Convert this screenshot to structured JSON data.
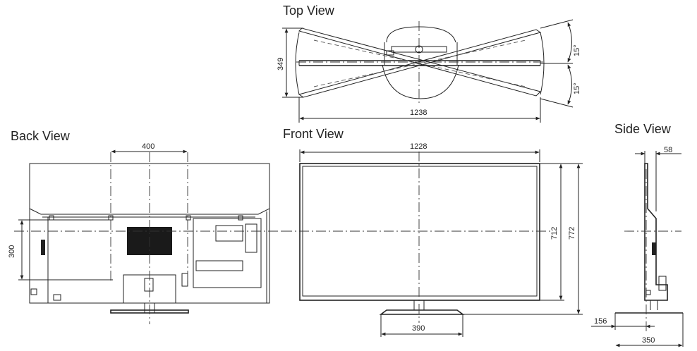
{
  "views": {
    "top": "Top View",
    "back": "Back View",
    "front": "Front View",
    "side": "Side View"
  },
  "dimensions": {
    "top_depth": "349",
    "top_width": "1238",
    "swivel_upper": "15°",
    "swivel_lower": "15°",
    "back_vesa_h": "400",
    "back_vesa_v": "300",
    "front_width": "1228",
    "front_height_screen": "712",
    "front_height_total": "772",
    "front_stand_width": "390",
    "side_depth_panel": "58",
    "side_stand_offset": "156",
    "side_stand_depth": "350"
  }
}
